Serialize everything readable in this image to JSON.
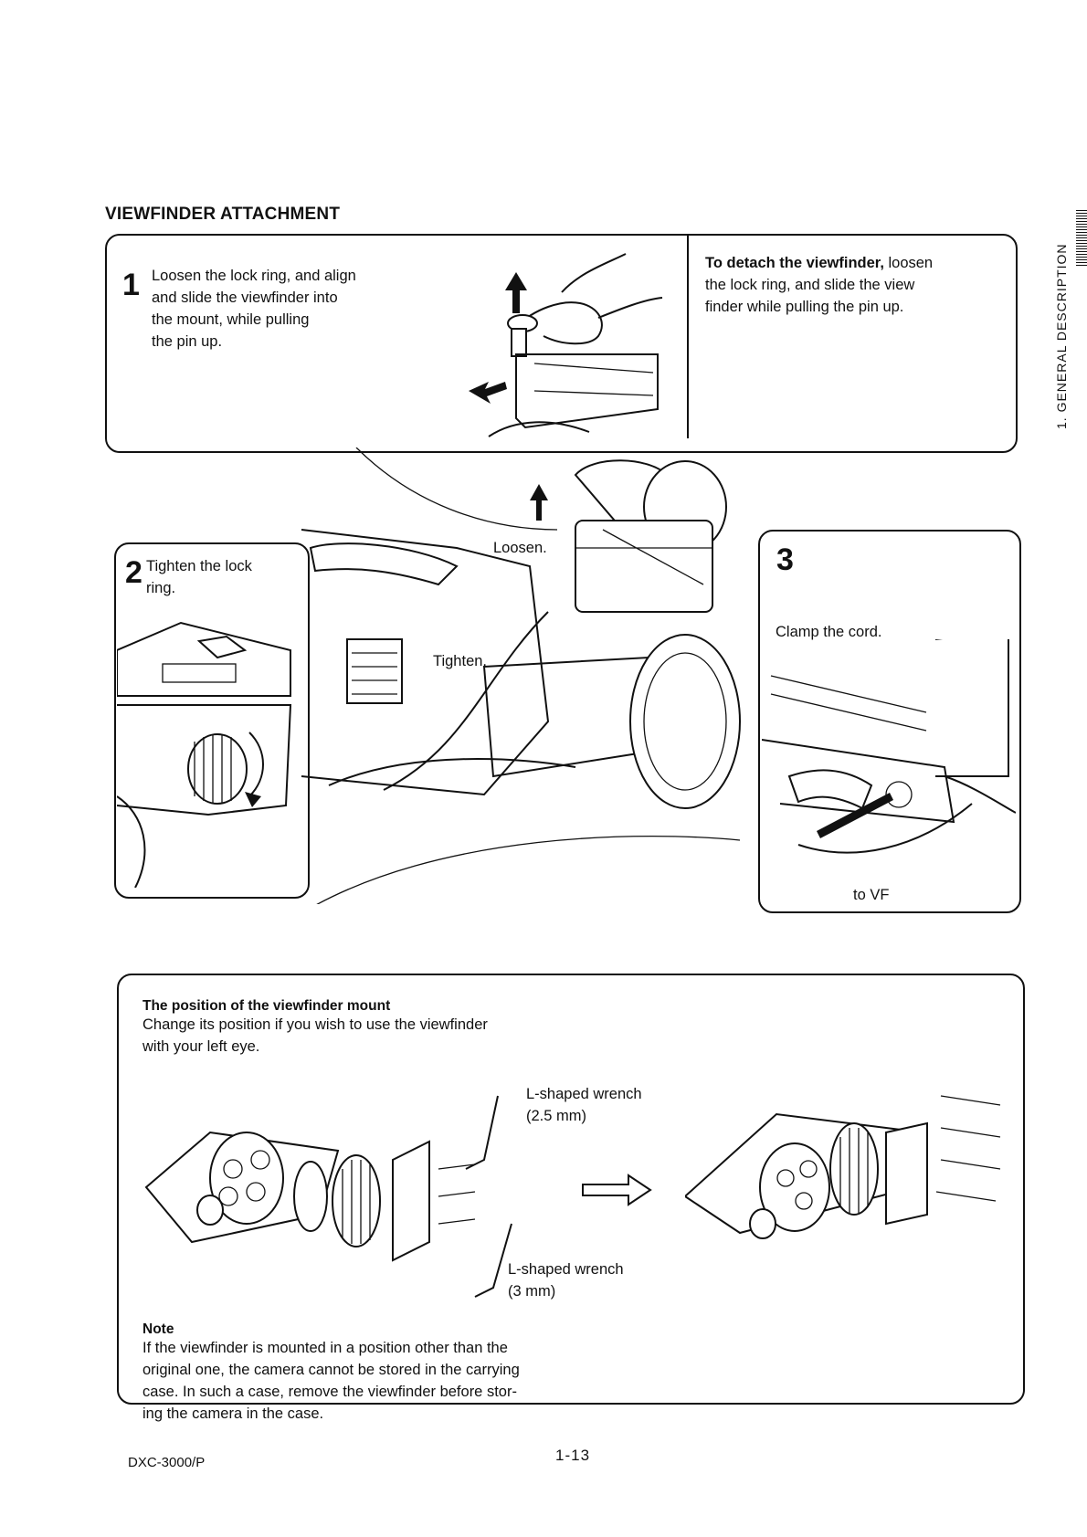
{
  "page": {
    "section_title": "VIEWFINDER ATTACHMENT",
    "side_label": "1. GENERAL DESCRIPTION",
    "footer_model": "DXC-3000/P",
    "footer_page": "1-13"
  },
  "step1": {
    "number": "1",
    "text": [
      "Loosen the lock ring, and align",
      "and slide the viewfinder into",
      "the mount, while pulling",
      "the pin up."
    ]
  },
  "detach": {
    "lead": "To detach the viewfinder,",
    "rest_first": " loosen",
    "lines": [
      "the lock ring, and slide the view",
      "finder while pulling the pin up."
    ]
  },
  "step2": {
    "number": "2",
    "text": [
      "Tighten the lock",
      "ring."
    ]
  },
  "center": {
    "loosen": "Loosen.",
    "tighten": "Tighten."
  },
  "step3": {
    "number": "3",
    "clamp": "Clamp the cord.",
    "to_vf": "to VF"
  },
  "mount": {
    "title": "The position of the viewfinder mount",
    "text": [
      "Change its position if you wish to use the viewfinder",
      "with your left eye."
    ],
    "wrench1": [
      "L-shaped wrench",
      "(2.5 mm)"
    ],
    "wrench2": [
      "L-shaped wrench",
      "(3 mm)"
    ],
    "note_title": "Note",
    "note": [
      "If the viewfinder is mounted in a position other than the",
      "original one, the camera cannot be stored in the carrying",
      "case. In such a case, remove the viewfinder before stor-",
      "ing the camera in the case."
    ]
  }
}
